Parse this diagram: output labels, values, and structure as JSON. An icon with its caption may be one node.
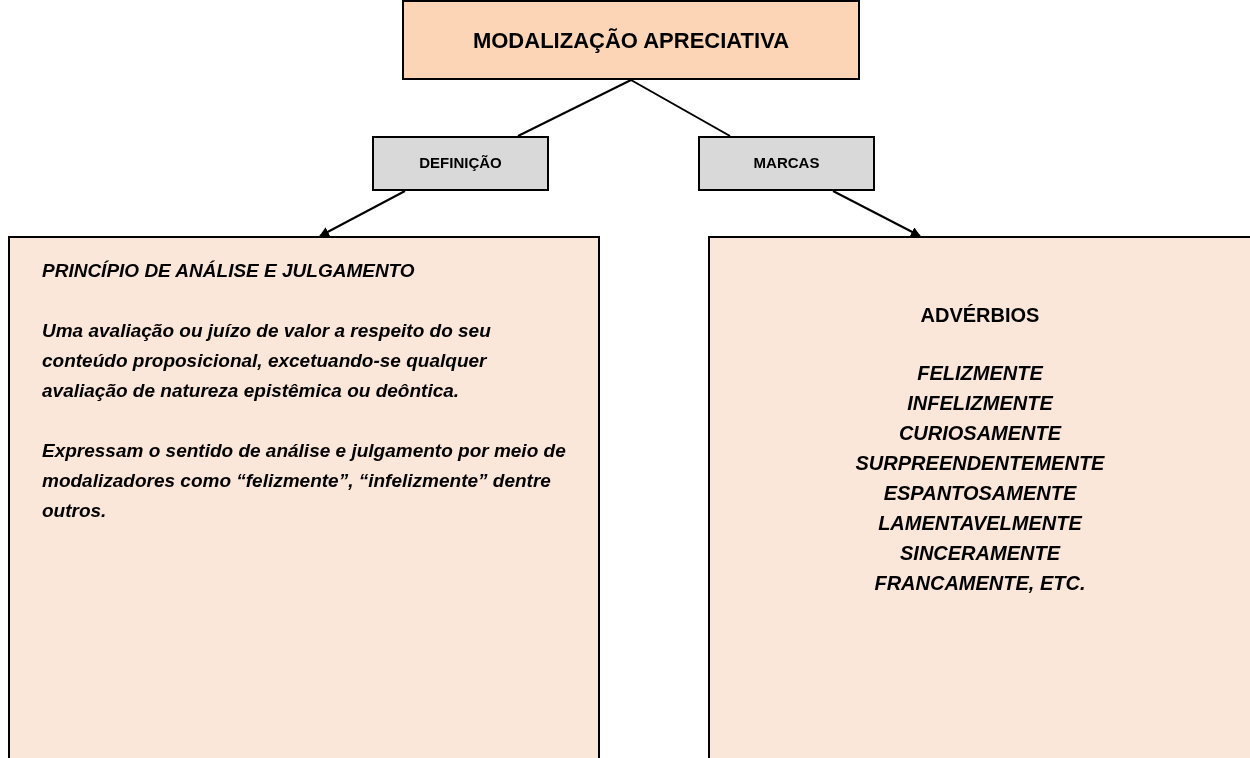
{
  "diagram": {
    "nodes": [
      {
        "text": [
          "MODALIZAÇÃO APRECIATIVA"
        ]
      },
      {
        "text": [
          "DEFINIÇÃO"
        ]
      },
      {
        "text": [
          "MARCAS"
        ]
      },
      {
        "text": [
          "PRINCÍPIO DE ANÁLISE E JULGAMENTO",
          "Uma avaliação ou juízo de valor a respeito do seu conteúdo proposicional, excetuando-se qualquer avaliação de natureza epistêmica ou deôntica.",
          "Expressam o sentido de análise e julgamento por meio de modalizadores como “felizmente”, “infelizmente” dentre outros."
        ]
      },
      {
        "text": [
          "ADVÉRBIOS",
          "FELIZMENTE",
          "INFELIZMENTE",
          "CURIOSAMENTE",
          "SURPREENDENTEMENTE",
          "ESPANTOSAMENTE",
          "LAMENTAVELMENTE",
          "SINCERAMENTE",
          "FRANCAMENTE, ETC."
        ]
      }
    ],
    "edges": [
      {
        "from": 0,
        "to": 1,
        "arrow": "none"
      },
      {
        "from": 0,
        "to": 2,
        "arrow": "none"
      },
      {
        "from": 1,
        "to": 3,
        "arrow": "to"
      },
      {
        "from": 2,
        "to": 4,
        "arrow": "to"
      }
    ]
  }
}
